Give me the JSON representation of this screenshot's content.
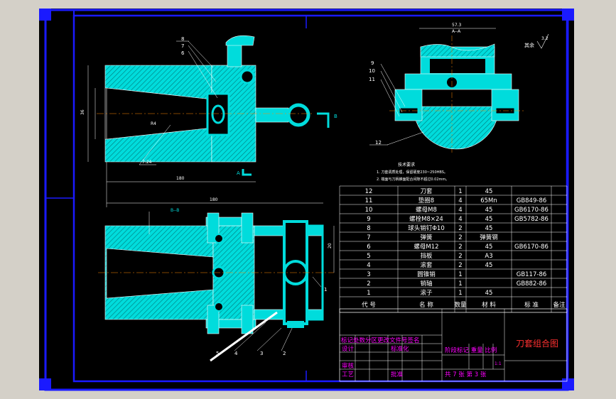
{
  "colors": {
    "background": "#000000",
    "border": "#1a1aff",
    "part": "#00dcdc",
    "line": "#ffffff",
    "accent": "#ff00ff",
    "title_red": "#ff3030",
    "desktop": "#d4d0c8"
  },
  "views": {
    "section_a_label": "A--A",
    "section_b_label": "B--B",
    "marker_a": "A",
    "marker_b": "B",
    "dim_top_width": "57.3",
    "dim_length_1": "180",
    "dim_length_2": "180",
    "dim_height": "20",
    "dim_side": "36",
    "dim_taper": "7:24",
    "dim_rb": "R4"
  },
  "callouts": {
    "front": [
      "6",
      "7",
      "8"
    ],
    "side": [
      "9",
      "10",
      "11",
      "12"
    ],
    "bottom": [
      "5",
      "4",
      "3",
      "2",
      "1"
    ]
  },
  "roughness": {
    "label": "其余",
    "value": "3.2"
  },
  "tech_requirements": {
    "heading": "技术要求",
    "lines": [
      "1. 刀套调质处理，保留硬度230~250HBS。",
      "2. 端面与刀柄锥面配合间隙不超过0.02mm。"
    ]
  },
  "bom": {
    "rows": [
      {
        "no": "12",
        "name": "刀套",
        "qty": "1",
        "material": "45",
        "standard": ""
      },
      {
        "no": "11",
        "name": "垫圈8",
        "qty": "4",
        "material": "65Mn",
        "standard": "GB849-86"
      },
      {
        "no": "10",
        "name": "螺母M8",
        "qty": "4",
        "material": "45",
        "standard": "GB6170-86"
      },
      {
        "no": "9",
        "name": "螺栓M8×24",
        "qty": "4",
        "material": "45",
        "standard": "GB5782-86"
      },
      {
        "no": "8",
        "name": "球头销钉Φ10",
        "qty": "2",
        "material": "45",
        "standard": ""
      },
      {
        "no": "7",
        "name": "弹簧",
        "qty": "2",
        "material": "弹簧钢",
        "standard": ""
      },
      {
        "no": "6",
        "name": "螺母M12",
        "qty": "2",
        "material": "45",
        "standard": "GB6170-86"
      },
      {
        "no": "5",
        "name": "挡板",
        "qty": "2",
        "material": "A3",
        "standard": ""
      },
      {
        "no": "4",
        "name": "滚套",
        "qty": "2",
        "material": "45",
        "standard": ""
      },
      {
        "no": "3",
        "name": "圆锥销",
        "qty": "1",
        "material": "",
        "standard": "GB117-86"
      },
      {
        "no": "2",
        "name": "销轴",
        "qty": "1",
        "material": "",
        "standard": "GB882-86"
      },
      {
        "no": "1",
        "name": "滚子",
        "qty": "1",
        "material": "45",
        "standard": ""
      }
    ],
    "header": {
      "no": "代 号",
      "name": "名 称",
      "qty": "数量",
      "material": "材 料",
      "standard": "标 准",
      "remark": "备注"
    }
  },
  "title_block": {
    "revision_row": "标记处数分区更改文件号签名",
    "design": "设计",
    "standardization": "标准化",
    "review": "审核",
    "process": "工艺",
    "approve": "批准",
    "stage_row": "阶段标记 重量 比例",
    "scale": "1:1",
    "sheets": "共 7 张 第 3 张",
    "drawing_name": "刀套组合图"
  }
}
